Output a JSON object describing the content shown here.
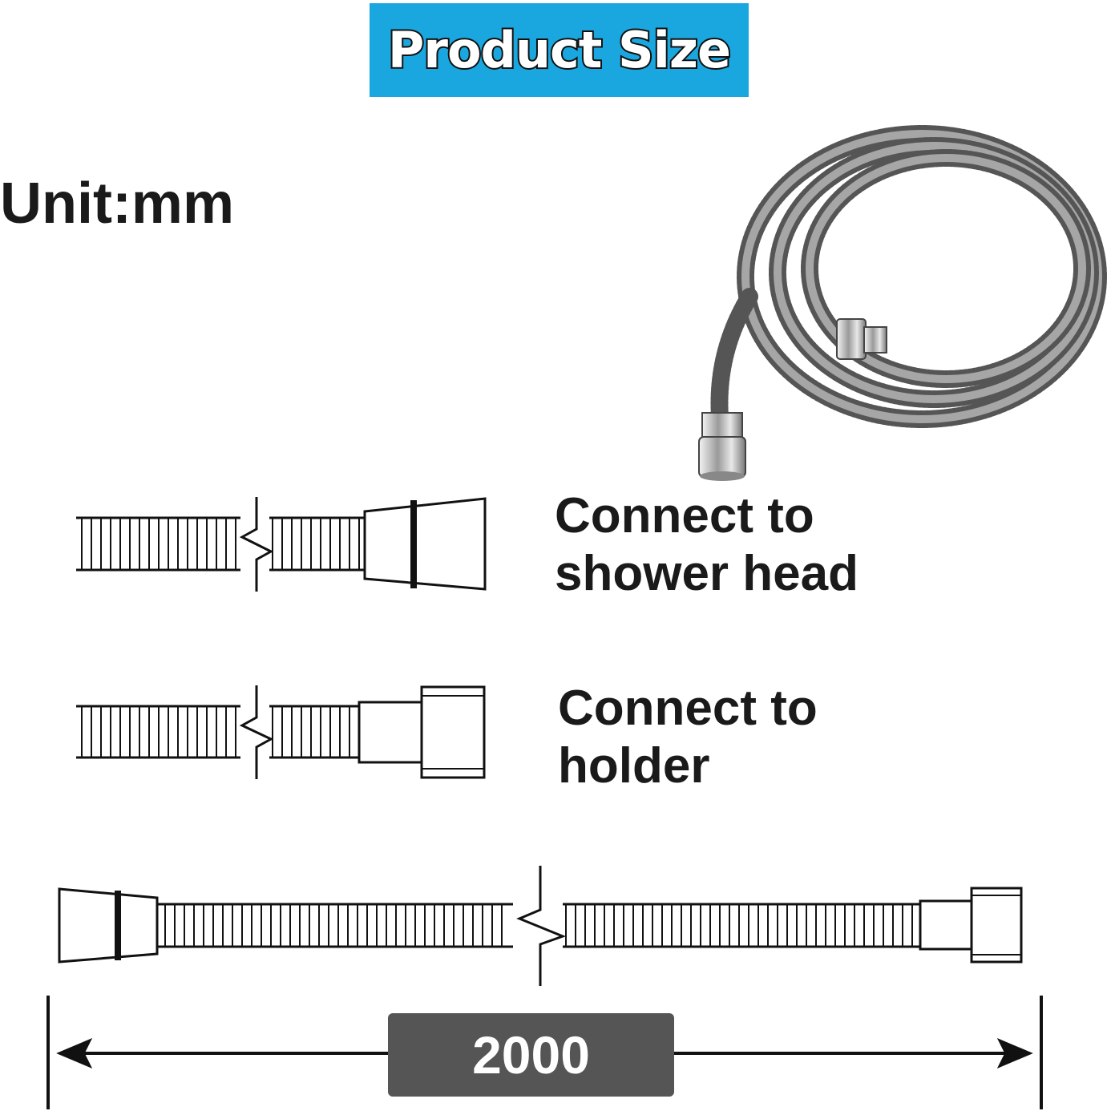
{
  "title": "Product Size",
  "unit_label": "Unit:mm",
  "connectors": {
    "shower_head": {
      "line1": "Connect to",
      "line2": "shower head"
    },
    "holder": {
      "line1": "Connect to",
      "line2": "holder"
    }
  },
  "dimension": {
    "length": "2000"
  },
  "colors": {
    "banner": "#1aa7df",
    "badge": "#555555",
    "line": "#111111"
  }
}
